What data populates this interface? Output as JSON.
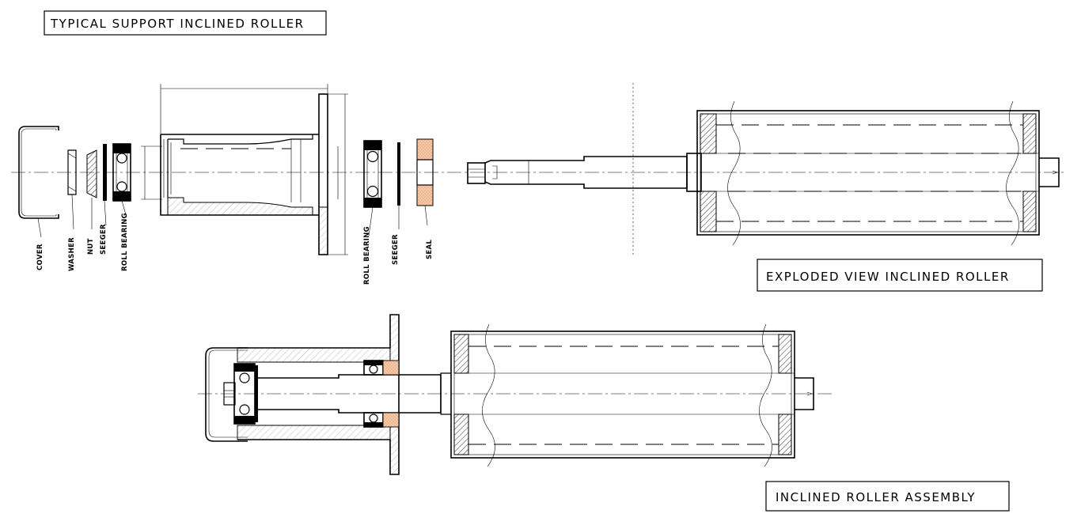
{
  "titles": {
    "main": "TYPICAL SUPPORT INCLINED ROLLER",
    "exploded": "EXPLODED VIEW INCLINED ROLLER",
    "assembly": "INCLINED ROLLER ASSEMBLY"
  },
  "parts": {
    "cover": "COVER",
    "washer": "WASHER",
    "nut": "NUT",
    "seeger_1": "SEEGER",
    "roll_bearing_1": "ROLL BEARING",
    "roll_bearing_2": "ROLL BEARING",
    "seeger_2": "SEEGER",
    "seal": "SEAL"
  },
  "colors": {
    "line": "#000000",
    "seal_fill": "#f4c9a8",
    "seal_dots": "#d9774a",
    "background": "#ffffff"
  }
}
